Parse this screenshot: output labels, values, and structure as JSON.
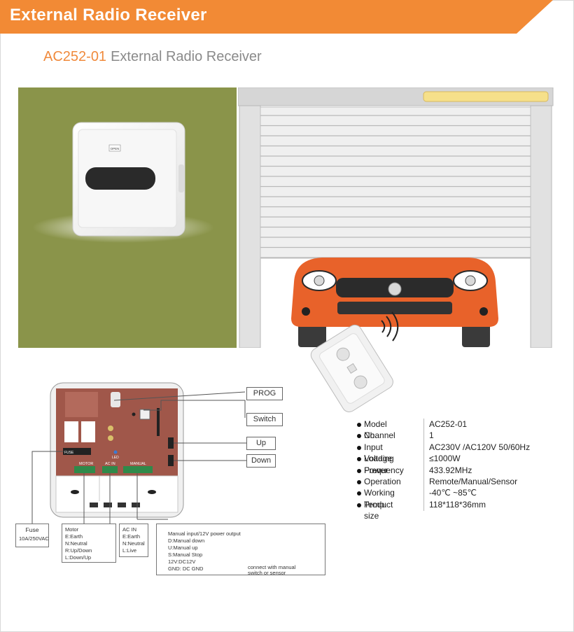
{
  "header": {
    "title": "External Radio Receiver"
  },
  "subtitle": {
    "model": "AC252-01",
    "name": "External Radio Receiver"
  },
  "colors": {
    "brand_orange": "#f28a35",
    "olive_bg": "#8a944a",
    "car_orange": "#e8622a"
  },
  "device_image": {
    "icon_label": "OPEN"
  },
  "board": {
    "motor_label": "MOTOR",
    "acin_label": "AC IN",
    "manual_label": "MANUAL",
    "led_label": "LED",
    "fuse_board_label": "FUSE"
  },
  "callouts": {
    "prog": "PROG",
    "switch": "Switch",
    "up": "Up",
    "down": "Down"
  },
  "specs": [
    {
      "key": "Model No.",
      "value": "AC252-01"
    },
    {
      "key": "Channel",
      "value": "1"
    },
    {
      "key": "Input Voltage",
      "value": "AC230V /AC120V 50/60Hz"
    },
    {
      "key": "Loading Power",
      "value": "≤1000W"
    },
    {
      "key": "Frequency",
      "value": "433.92MHz"
    },
    {
      "key": "Operation",
      "value": "Remote/Manual/Sensor"
    },
    {
      "key": "Working Temp.",
      "value": "-40℃ ~85℃"
    },
    {
      "key": "Product size",
      "value": "118*118*36mm"
    }
  ],
  "notes": {
    "fuse": {
      "title": "Fuse",
      "rating": "10A/250VAC"
    },
    "motor": {
      "lines": [
        "Motor",
        "E:Earth",
        "N:Neutral",
        "R:Up/Down",
        "L:Down/Up"
      ]
    },
    "acin": {
      "lines": [
        "AC IN",
        "E:Earth",
        "N:Neutral",
        "L:Live"
      ]
    },
    "manual": {
      "lines": [
        "Manual input/12V power output",
        "D:Manual down",
        "U:Manual up",
        "S:Manual Stop",
        "12V:DC12V",
        "GND: DC GND"
      ]
    },
    "connect": {
      "line1": "connect with manual",
      "line2": "switch or sensor"
    }
  }
}
